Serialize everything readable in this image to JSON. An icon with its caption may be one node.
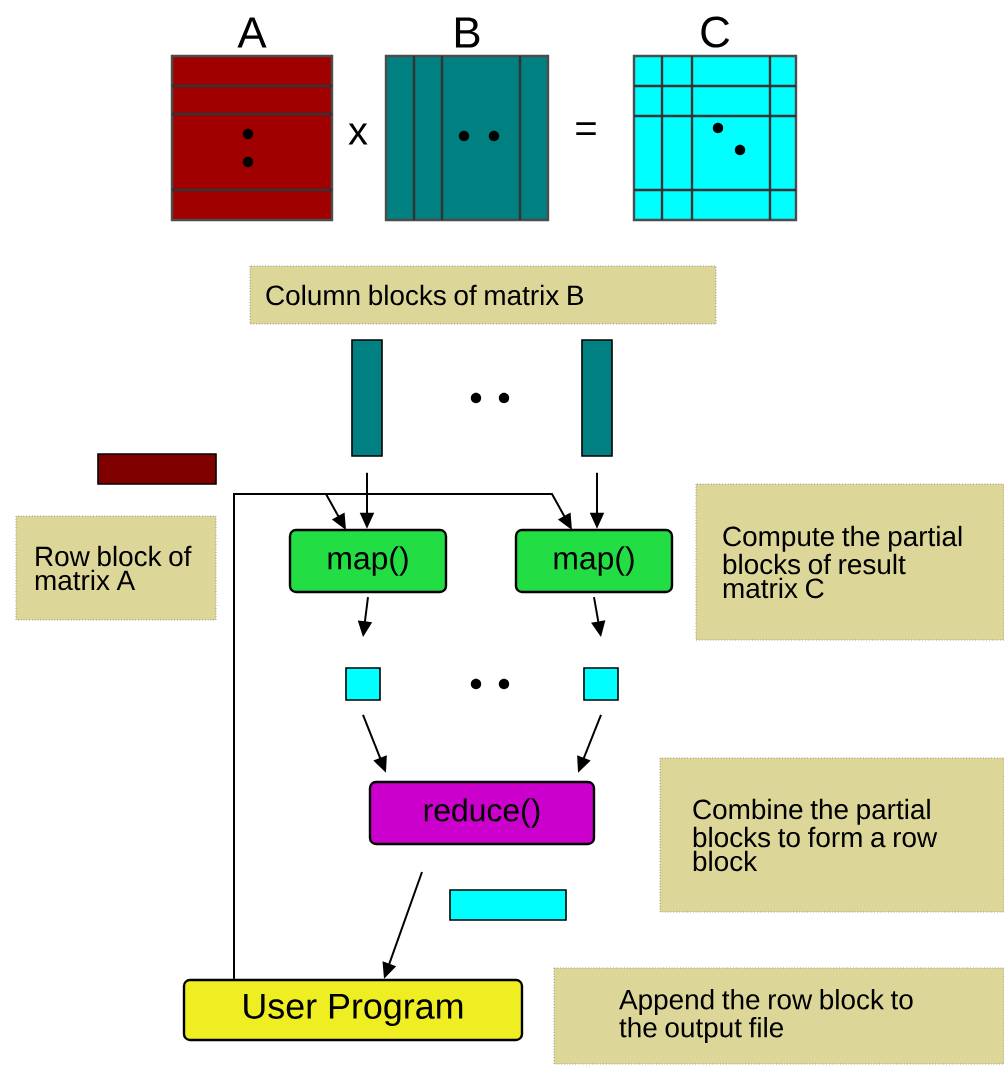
{
  "diagram": {
    "nodes": [
      {
        "text": [
          "A"
        ]
      },
      {
        "text": [
          "B"
        ]
      },
      {
        "text": [
          "C"
        ]
      },
      {
        "text": [
          "Column blocks of matrix B"
        ]
      },
      {
        "text": [],
        "shape": "bar"
      },
      {
        "text": [],
        "shape": "bar"
      },
      {
        "text": [],
        "shape": "bar"
      },
      {
        "text": [
          "Row block of matrix A"
        ]
      },
      {
        "text": [
          "map()"
        ]
      },
      {
        "text": [
          "map()"
        ]
      },
      {
        "text": [
          "Compute the partial blocks of result matrix C"
        ]
      },
      {
        "text": [],
        "shape": "box"
      },
      {
        "text": [],
        "shape": "box"
      },
      {
        "text": [
          "reduce()"
        ]
      },
      {
        "text": [
          "Combine the partial blocks to form a row block"
        ]
      },
      {
        "text": [],
        "shape": "bar"
      },
      {
        "text": [
          "User Program"
        ]
      },
      {
        "text": [
          "Append the row block to the output file"
        ]
      }
    ],
    "edges": [
      {
        "from": 4,
        "to": 8,
        "arrow": "to"
      },
      {
        "from": 5,
        "to": 9,
        "arrow": "to"
      },
      {
        "from": 16,
        "to": 8,
        "arrow": "to"
      },
      {
        "from": 16,
        "to": 9,
        "arrow": "to"
      },
      {
        "from": 8,
        "to": 11,
        "arrow": "to"
      },
      {
        "from": 9,
        "to": 12,
        "arrow": "to"
      },
      {
        "from": 11,
        "to": 13,
        "arrow": "to"
      },
      {
        "from": 12,
        "to": 13,
        "arrow": "to"
      },
      {
        "from": 13,
        "to": 16,
        "arrow": "to"
      }
    ],
    "labels": [
      "x",
      "="
    ]
  }
}
